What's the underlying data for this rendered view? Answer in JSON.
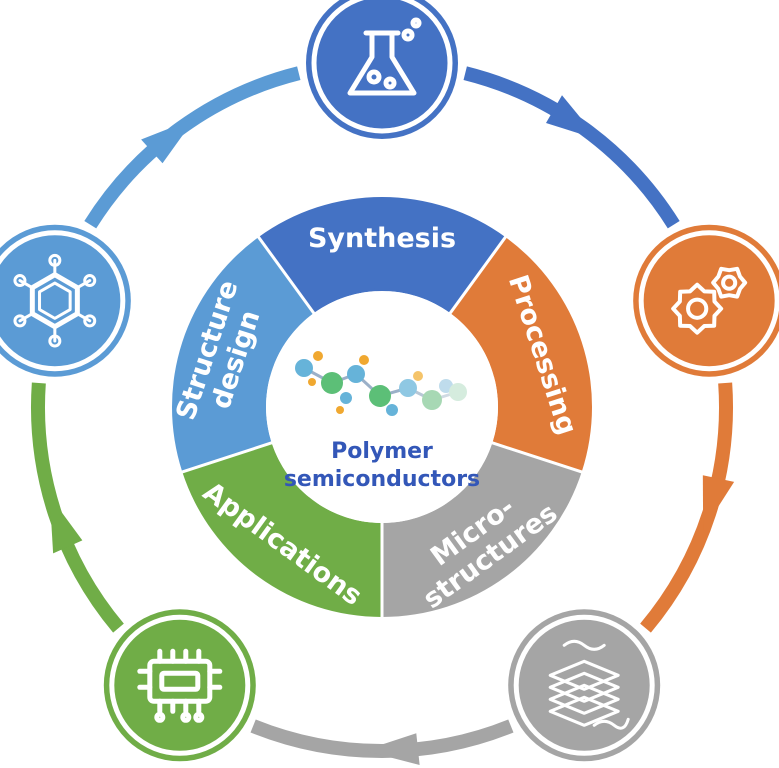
{
  "center": {
    "line1": "Polymer",
    "line2": "semiconductors"
  },
  "segments": [
    {
      "id": "synthesis",
      "lines": [
        "Synthesis"
      ],
      "color": "#4472c4"
    },
    {
      "id": "processing",
      "lines": [
        "Processing"
      ],
      "color": "#e07b39"
    },
    {
      "id": "microstructures",
      "lines": [
        "Micro-",
        "structures"
      ],
      "color": "#a5a5a5"
    },
    {
      "id": "applications",
      "lines": [
        "Applications"
      ],
      "color": "#70ad47"
    },
    {
      "id": "structure",
      "lines": [
        "Structure",
        "design"
      ],
      "color": "#5b9bd5"
    }
  ],
  "nodes": [
    {
      "id": "synthesis",
      "icon": "flask-icon",
      "color": "#4472c4"
    },
    {
      "id": "processing",
      "icon": "gears-icon",
      "color": "#e07b39"
    },
    {
      "id": "microstructures",
      "icon": "layered-film-icon",
      "color": "#a5a5a5"
    },
    {
      "id": "applications",
      "icon": "microchip-icon",
      "color": "#70ad47"
    },
    {
      "id": "structure",
      "icon": "benzene-ring-icon",
      "color": "#5b9bd5"
    }
  ],
  "center_icon": "polymer-chain-icon"
}
